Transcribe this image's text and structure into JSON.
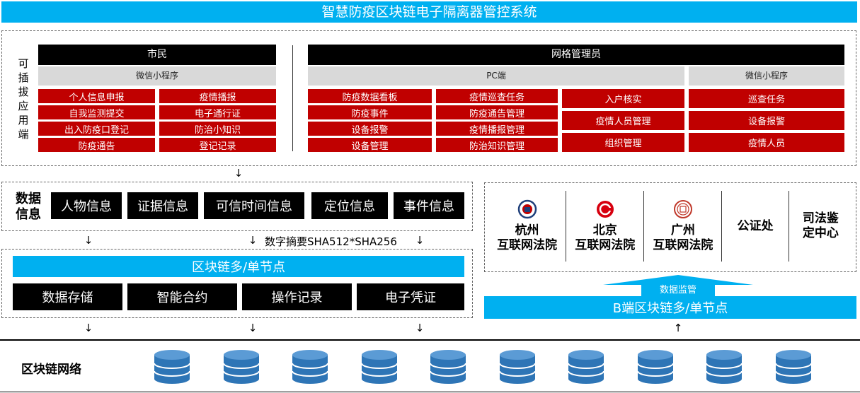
{
  "title": "智慧防疫区块链电子隔离器管控系统",
  "app_layer": {
    "side_label": "可插拔应用端",
    "citizen": {
      "header": "市民",
      "sub": "微信小程序",
      "items": [
        "个人信息申报",
        "疫情播报",
        "自我监测提交",
        "电子通行证",
        "出入防疫口登记",
        "防治小知识",
        "防疫通告",
        "登记记录"
      ]
    },
    "grid_admin": {
      "header": "网格管理员",
      "pc": {
        "sub": "PC端",
        "items": [
          "防疫数据看板",
          "疫情巡查任务",
          "入户核实",
          "防疫事件",
          "防疫通告管理",
          "疫情人员管理",
          "设备报警",
          "疫情播报管理",
          "设备管理",
          "防治知识管理",
          "组织管理"
        ]
      },
      "wechat": {
        "sub": "微信小程序",
        "items": [
          "巡查任务",
          "设备报警",
          "疫情人员"
        ]
      }
    }
  },
  "data_info": {
    "label": "数据信息",
    "items": [
      "人物信息",
      "证据信息",
      "可信时间信息",
      "定位信息",
      "事件信息"
    ]
  },
  "digest_label": "数字摘要SHA512*SHA256",
  "blockchain_node": {
    "header": "区块链多/单节点",
    "items": [
      "数据存储",
      "智能合约",
      "操作记录",
      "电子凭证"
    ]
  },
  "institutions": [
    {
      "line1": "杭州",
      "line2": "互联网法院",
      "icon": "hangzhou-court-seal-icon"
    },
    {
      "line1": "北京",
      "line2": "互联网法院",
      "icon": "beijing-court-logo-icon"
    },
    {
      "line1": "广州",
      "line2": "互联网法院",
      "icon": "guangzhou-court-seal-icon"
    },
    {
      "line1": "公证处",
      "line2": "",
      "icon": ""
    },
    {
      "line1": "司法鉴",
      "line2": "定中心",
      "icon": ""
    }
  ],
  "data_supervision": "数据监管",
  "b_node": "B端区块链多/单节点",
  "network": {
    "label": "区块链网络",
    "node_count": 10
  },
  "colors": {
    "title_bg": "#00b0f0",
    "red": "#c00000",
    "black": "#000000",
    "gray": "#d9d9d9",
    "db_blue": "#2e75b6"
  }
}
